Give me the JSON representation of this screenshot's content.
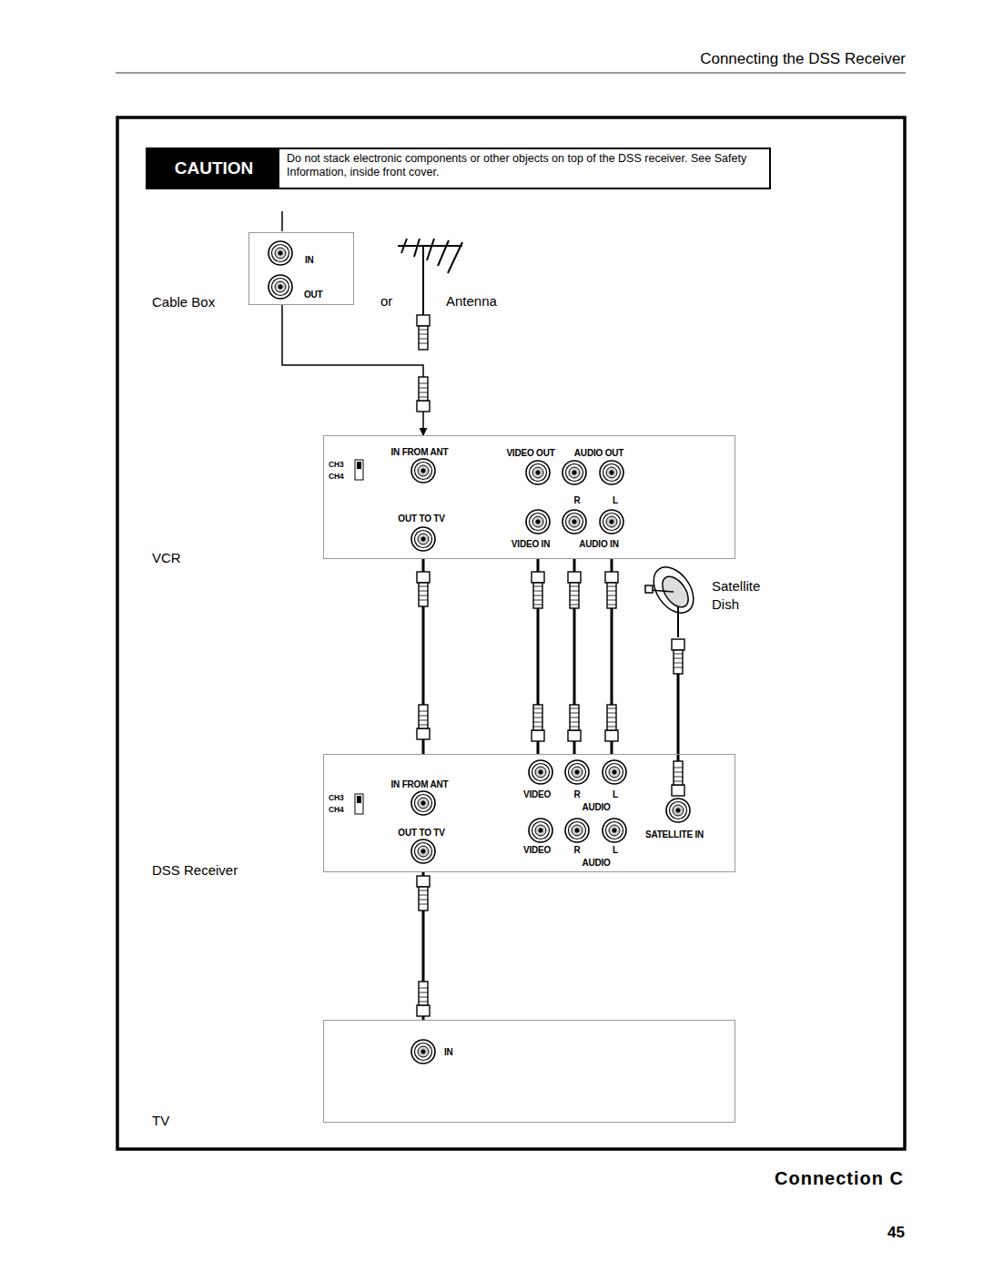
{
  "diagram": {
    "title": "Connecting the DSS Receiver",
    "caption": "Connection C",
    "nodes": [
      {
        "text": [
          "CAUTION",
          "Do not stack electronic components or other objects on top of the DSS receiver. See Safety Information, inside front cover."
        ]
      },
      {
        "text": [
          "Cable Box",
          "IN",
          "OUT"
        ]
      },
      {
        "text": [
          "VCR",
          "CH3",
          "CH4",
          "IN FROM ANT",
          "VIDEO OUT",
          "AUDIO OUT",
          "R",
          "L",
          "OUT TO TV",
          "VIDEO IN",
          "AUDIO IN"
        ]
      },
      {
        "text": [
          "DSS Receiver",
          "IN FROM ANT",
          "VIDEO",
          "R",
          "L",
          "AUDIO",
          "CH3",
          "CH4",
          "OUT TO TV",
          "SATELLITE IN",
          "VIDEO",
          "R",
          "L",
          "AUDIO"
        ]
      },
      {
        "text": [
          "TV",
          "IN"
        ]
      }
    ],
    "edges": [
      {
        "from": 1,
        "to": 2,
        "arrow": "to"
      },
      {
        "from": 2,
        "to": 3,
        "arrow": "none"
      },
      {
        "from": 2,
        "to": 3,
        "arrow": "none"
      },
      {
        "from": 2,
        "to": 3,
        "arrow": "none"
      },
      {
        "from": 2,
        "to": 3,
        "arrow": "none"
      },
      {
        "from": 3,
        "to": 4,
        "arrow": "none"
      }
    ],
    "labels": [
      "or",
      "Antenna",
      "Satellite Dish",
      "45"
    ]
  }
}
